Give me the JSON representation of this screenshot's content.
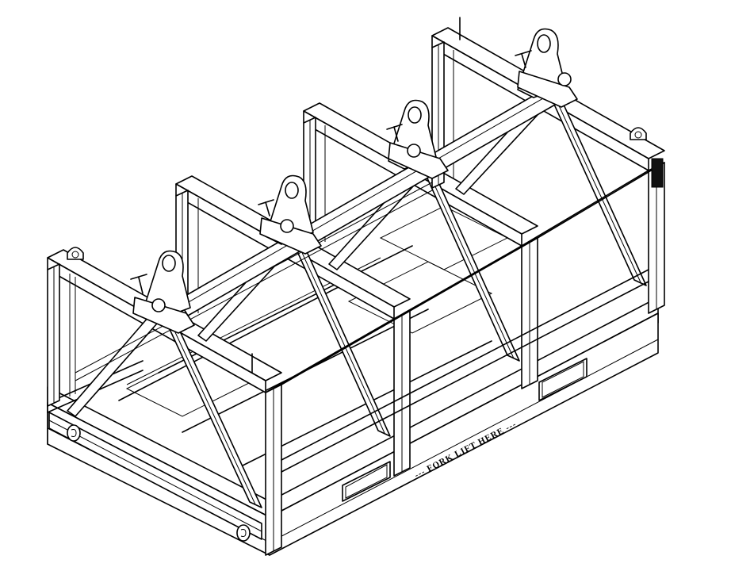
{
  "diagram": {
    "subject": "Isometric line drawing of steel lifting / transport frame",
    "view": "isometric",
    "style": "black line art on white",
    "colors": {
      "line": "#000000",
      "background": "#ffffff",
      "nameplate": "#111111"
    },
    "components": {
      "portal_frames": 4,
      "lifting_beam_tube": 1,
      "shackle_pad_eyes": 4,
      "corner_lifting_lugs": 2,
      "fork_pockets": 2,
      "side_rollers": 2,
      "nameplate": 1
    },
    "labels": {
      "fork_lift": "--- FORK LIFT HERE ---"
    }
  }
}
